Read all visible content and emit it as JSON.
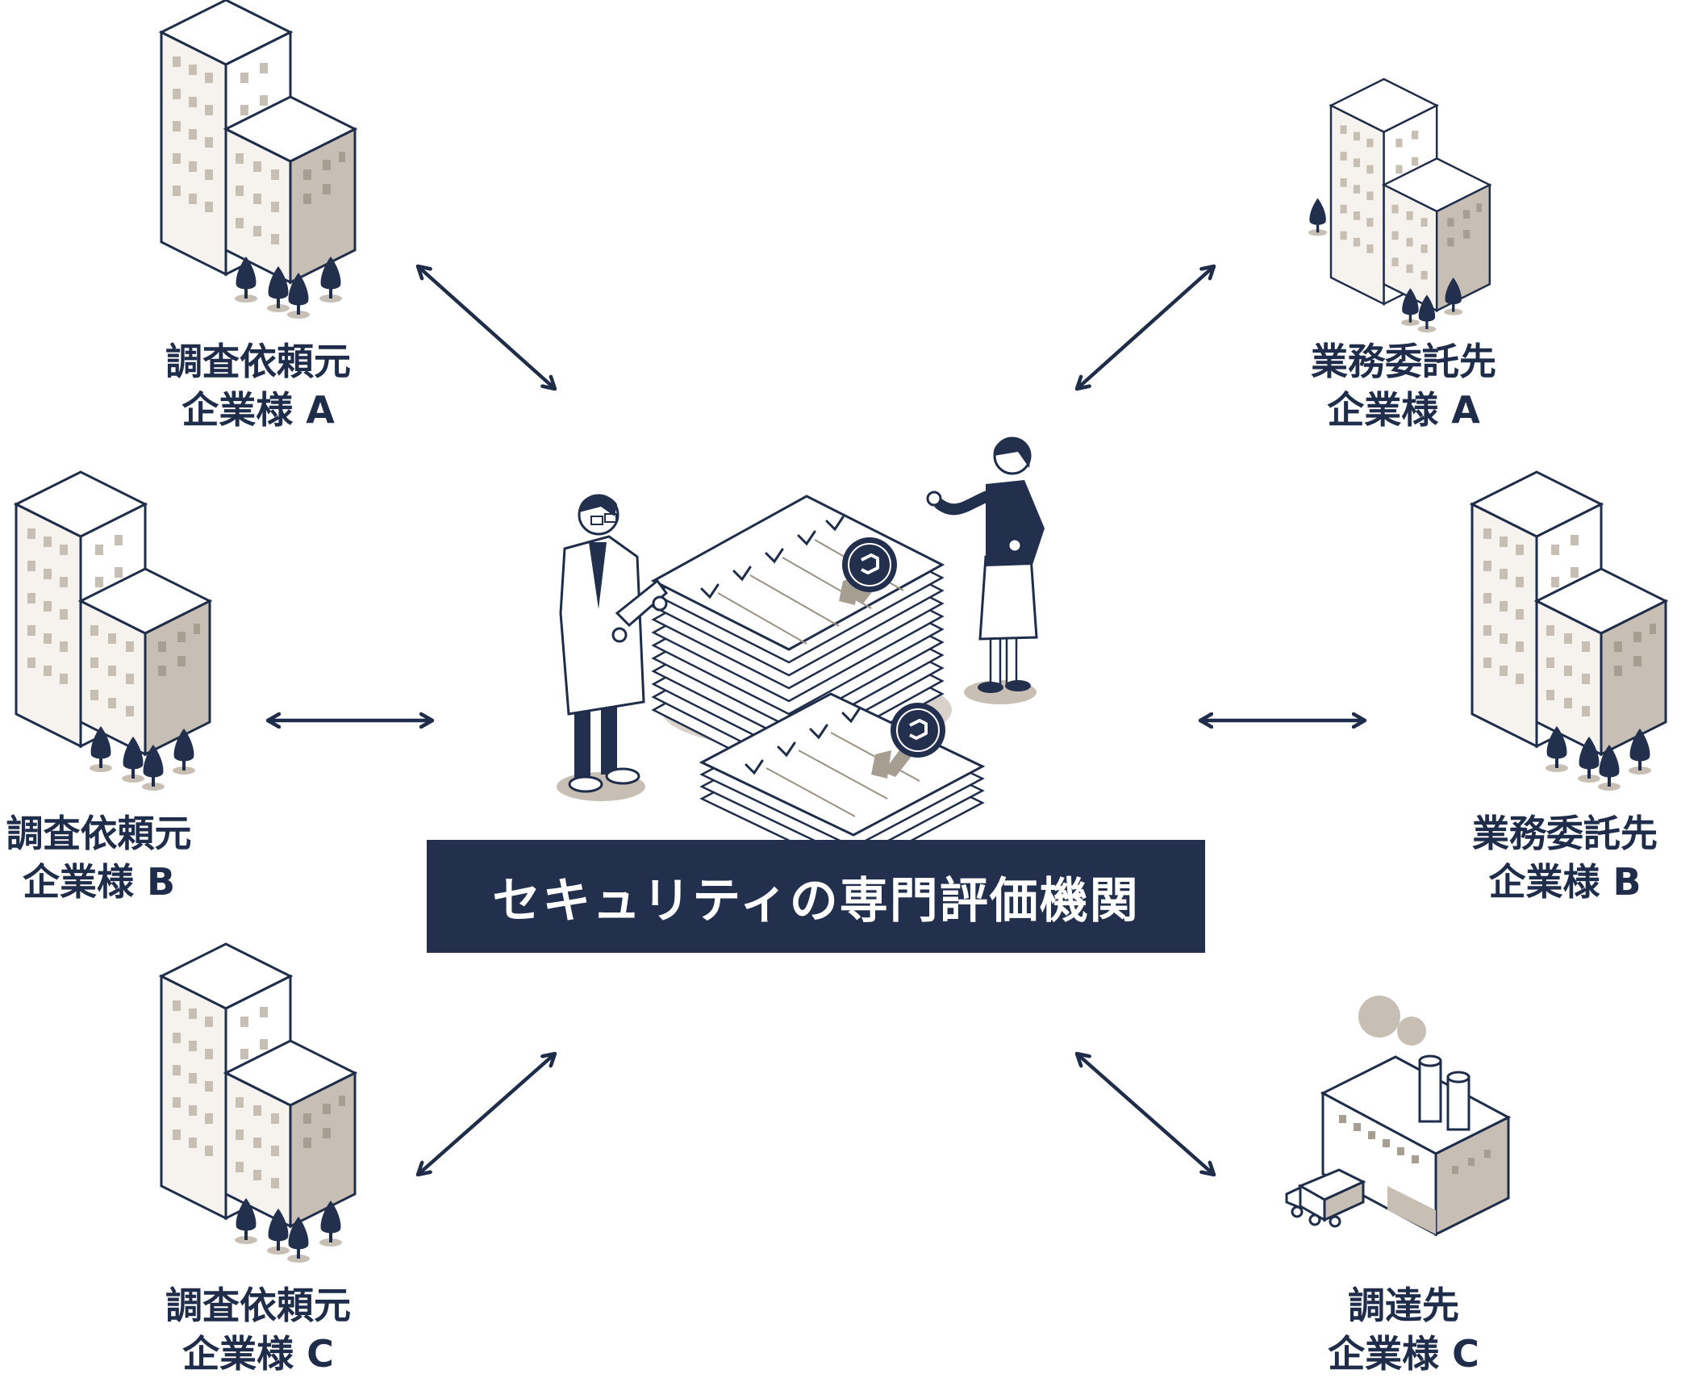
{
  "center": {
    "title": "セキュリティの専門評価機関"
  },
  "nodes": {
    "requester_a": {
      "line1": "調査依頼元",
      "line2": "企業様 A"
    },
    "requester_b": {
      "line1": "調査依頼元",
      "line2": "企業様 B"
    },
    "requester_c": {
      "line1": "調査依頼元",
      "line2": "企業様 C"
    },
    "outsource_a": {
      "line1": "業務委託先",
      "line2": "企業様 A"
    },
    "outsource_b": {
      "line1": "業務委託先",
      "line2": "企業様 B"
    },
    "supplier_c": {
      "line1": "調達先",
      "line2": "企業様 C"
    }
  },
  "colors": {
    "navy": "#22304e",
    "taupe": "#c7bfb4",
    "outline": "#1f2d4a",
    "background": "#ffffff"
  }
}
